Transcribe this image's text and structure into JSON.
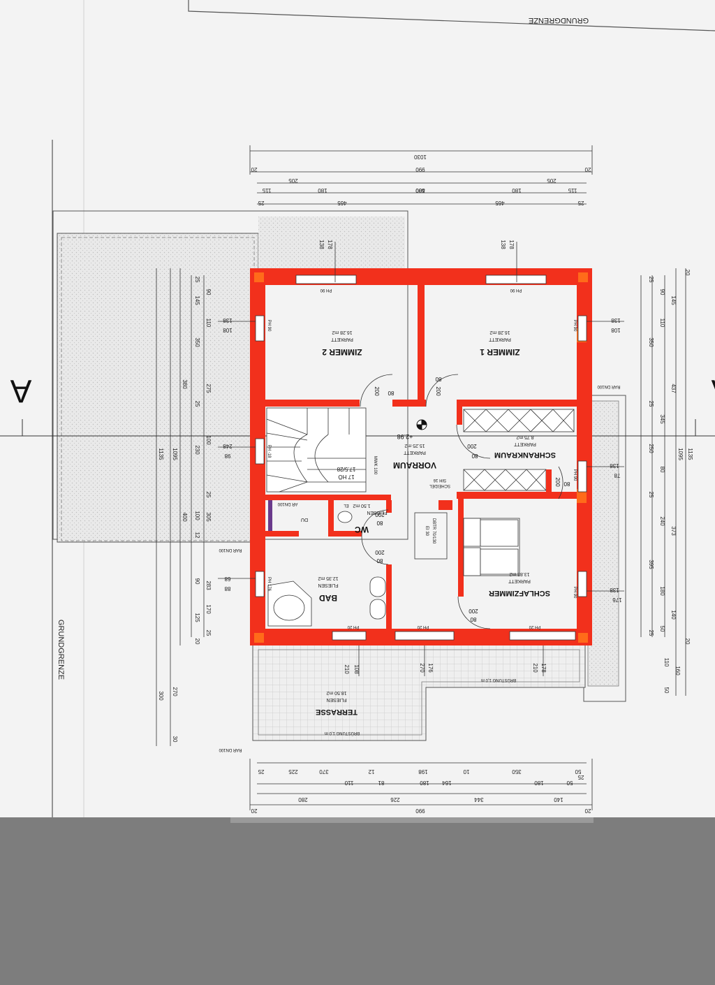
{
  "boundary_label": "GRUNDGRENZE",
  "section_marker": "A",
  "rooms": {
    "zimmer2": {
      "name": "ZIMMER 2",
      "floor": "PARKETT",
      "area": "16.28 m2"
    },
    "zimmer1": {
      "name": "ZIMMER 1",
      "floor": "PARKETT",
      "area": "16.28 m2"
    },
    "vorraum": {
      "name": "VORRAUM",
      "floor": "PARKETT",
      "area": "15.25 m2"
    },
    "schrankraum": {
      "name": "SCHRANKRAUM",
      "floor": "PARKETT",
      "area": "8.75 m2"
    },
    "wc": {
      "name": "WC",
      "floor": "FLIESEN",
      "area": "1.50 m2"
    },
    "bad": {
      "name": "BAD",
      "floor": "FLIESEN",
      "area": "12.35 m2"
    },
    "schlafzimmer": {
      "name": "SCHLAFZIMMER",
      "floor": "PARKETT",
      "area": "13.83 m2"
    },
    "terrasse": {
      "name": "TERRASSE",
      "floor": "FLIESEN",
      "area": "18.50 m2"
    }
  },
  "annotations": {
    "level": "+2.98",
    "stairs": "17 HÖ",
    "stairs_ratio": "17.5/28",
    "mwk": "MWK 100",
    "scheidel": "SCHEIDEL",
    "sih": "SIH 16",
    "du": "DU",
    "ar_dn100": "AR DN100",
    "rar_dn100": "RAR DN100",
    "brustung": "BRÜSTUNG 1,0 m",
    "el": "EL",
    "dbtr": "DBTR 70/130",
    "ei30": "EI 30",
    "ph_18": "PH -18",
    "ph_90": "PH 90",
    "ph_20": "PH 20",
    "ph_176": "PH 176",
    "door_200": "200",
    "door_80": "80"
  },
  "dimensions": {
    "top_total": "1030",
    "top_inner": "990",
    "top_20": "20",
    "top_r1": [
      "115",
      "180",
      "205",
      "400",
      "205",
      "180",
      "115"
    ],
    "top_r2": [
      "25",
      "465",
      "580",
      "465",
      "25"
    ],
    "top_w1": "178",
    "top_w2": "138",
    "left_total": "1135",
    "left_1095": "1095",
    "left_380": "380",
    "left_400": "400",
    "left_chain": [
      "25",
      "90",
      "145",
      "110",
      "350",
      "275",
      "25",
      "100",
      "230",
      "25",
      "100",
      "305",
      "12",
      "283",
      "90",
      "170",
      "125",
      "25",
      "20"
    ],
    "left_small": [
      "138",
      "108",
      "248",
      "98",
      "68",
      "88"
    ],
    "left_terr": [
      "300",
      "270",
      "30"
    ],
    "right_total": "1135",
    "right_1095": "1095",
    "right_chain": [
      "20",
      "25",
      "90",
      "145",
      "110",
      "350",
      "437",
      "25",
      "345",
      "250",
      "80",
      "25",
      "240",
      "373",
      "395",
      "180",
      "140",
      "50",
      "25",
      "20",
      "110",
      "160",
      "50"
    ],
    "right_small": [
      "138",
      "108",
      "138",
      "78",
      "138",
      "176"
    ],
    "bottom_r1": [
      "25",
      "225",
      "370",
      "12",
      "198",
      "10",
      "350",
      "50",
      "25"
    ],
    "bottom_r2": [
      "280",
      "110",
      "81",
      "226",
      "180",
      "164",
      "344",
      "180",
      "140",
      "50"
    ],
    "bottom_total": "990",
    "bottom_20": "20",
    "bottom_terr": [
      "210",
      "108",
      "270",
      "176",
      "210",
      "178"
    ]
  }
}
